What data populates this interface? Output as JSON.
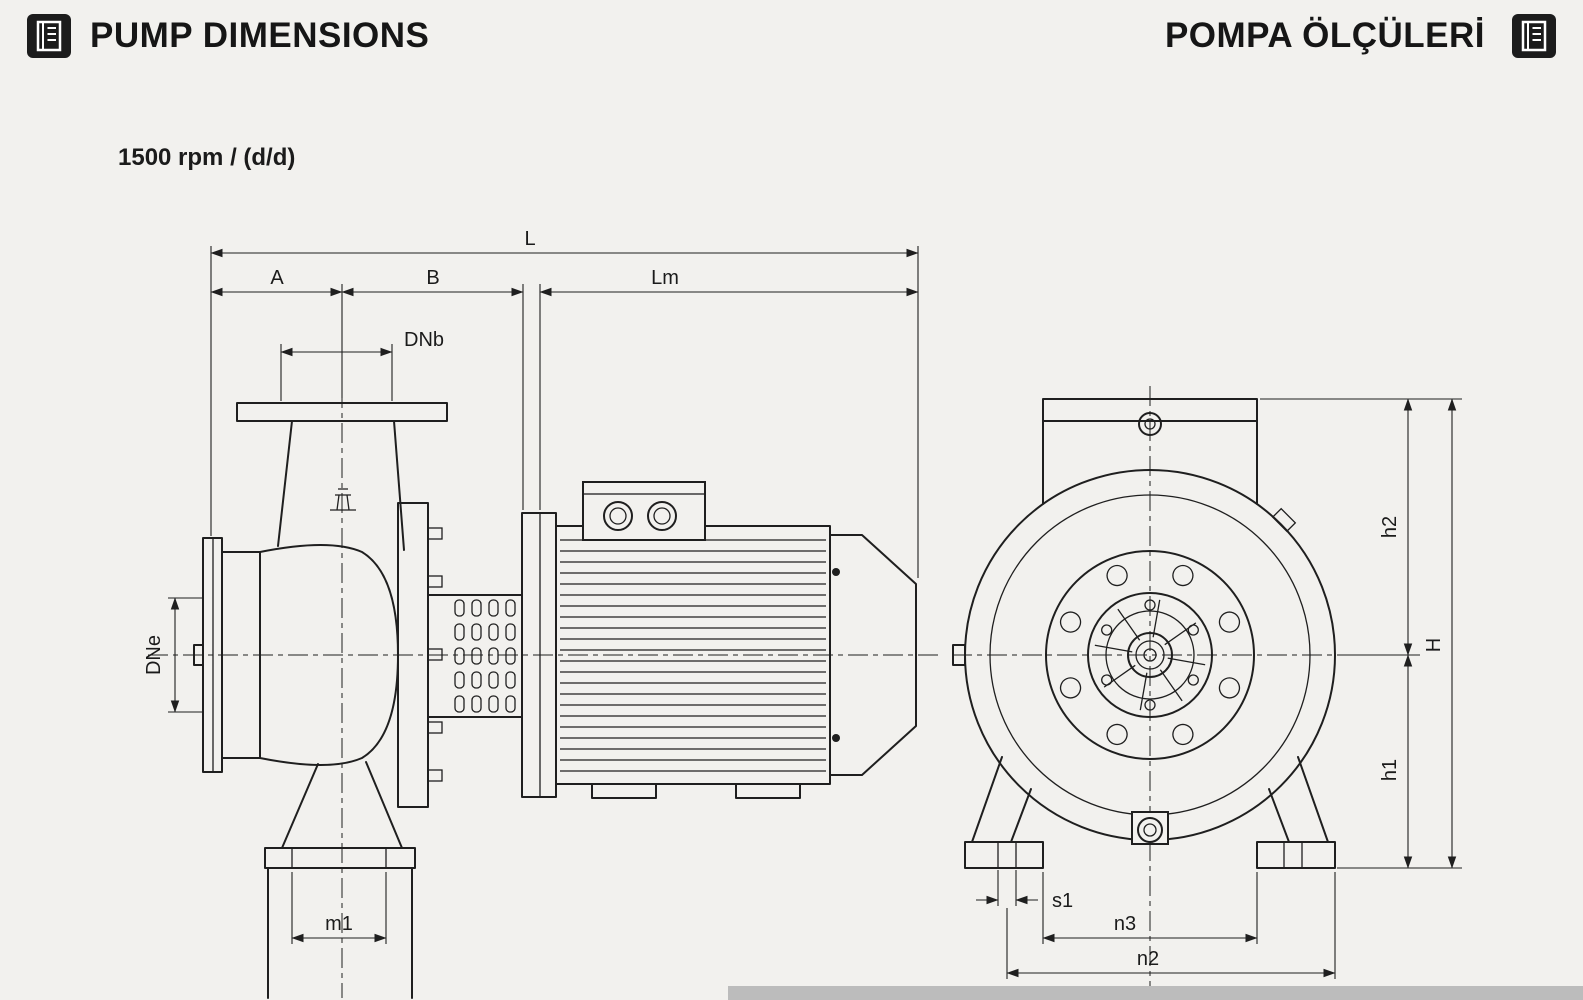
{
  "header": {
    "title_left": "PUMP DIMENSIONS",
    "title_right": "POMPA ÖLÇÜLERİ"
  },
  "subtitle": "1500 rpm / (d/d)",
  "drawing": {
    "side_view_labels": {
      "L": "L",
      "A": "A",
      "B": "B",
      "Lm": "Lm",
      "DNb": "DNb",
      "DNe": "DNe",
      "m1": "m1"
    },
    "front_view_labels": {
      "h2": "h2",
      "H": "H",
      "h1": "h1",
      "s1": "s1",
      "n3": "n3",
      "n2": "n2"
    }
  },
  "colors": {
    "background": "#f2f1ee",
    "line": "#1f1f1f",
    "bottom_bar": "#bcbcbc"
  }
}
